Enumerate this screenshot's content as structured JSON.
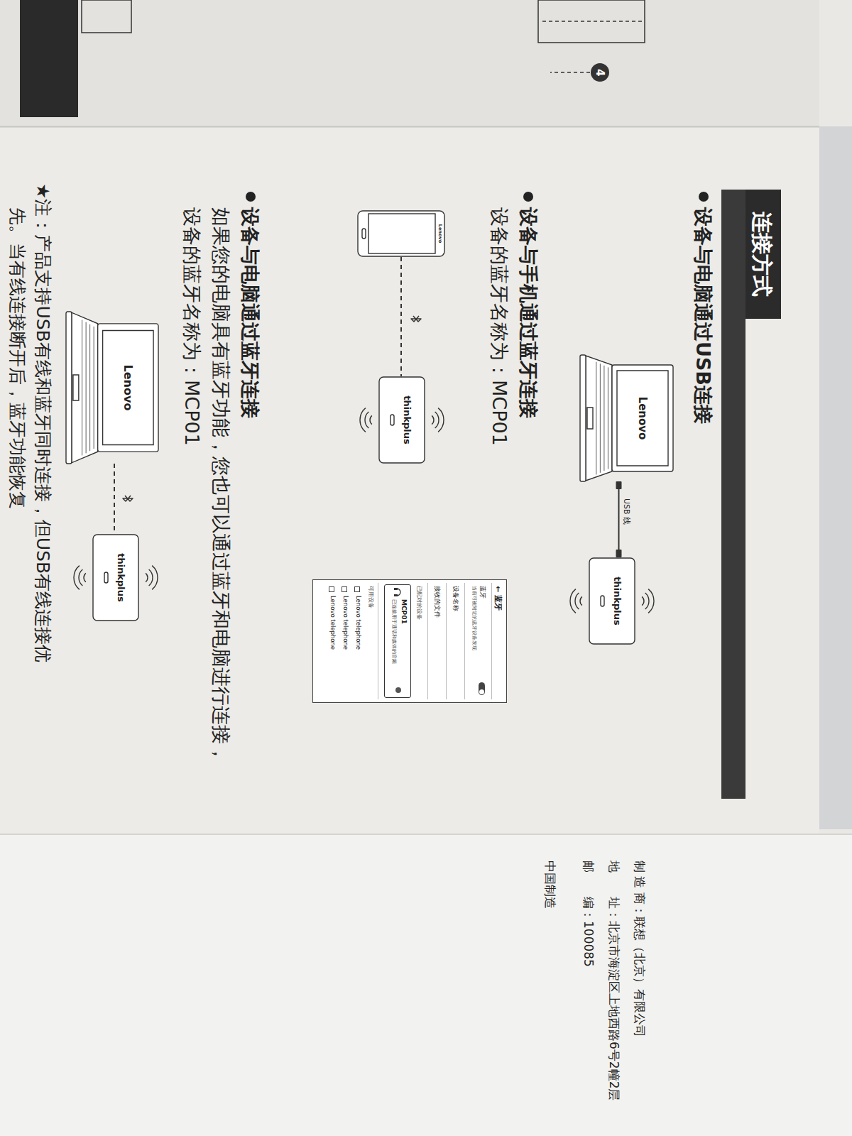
{
  "diagram": {
    "title": "连接方式",
    "nodes": [
      {
        "text": [
          "Lenovo"
        ]
      },
      {
        "text": [
          "thinkplus"
        ]
      },
      {
        "text": [
          "Lenovo"
        ]
      },
      {
        "text": [
          "thinkplus"
        ]
      },
      {
        "text": [
          "← 蓝牙",
          "蓝牙",
          "当前可被附近的蓝牙设备发现",
          "设备名称",
          "接收的文件",
          "已配对的设备",
          "可用设备",
          "Lenovo telephone",
          "Lenovo telephone",
          "Lenovo telephone"
        ]
      },
      {
        "text": [
          "MCP01",
          "已连接用于通话和媒体的音频"
        ],
        "in": 4
      },
      {
        "text": [
          "Lenovo"
        ]
      },
      {
        "text": [
          "thinkplus"
        ]
      }
    ],
    "edges": [
      {
        "from": 0,
        "to": 1,
        "label": "USB 线",
        "arrow": "none"
      },
      {
        "from": 2,
        "to": 3,
        "arrow": "none"
      },
      {
        "from": 6,
        "to": 7,
        "arrow": "none"
      }
    ],
    "labels": [
      "设备与电脑通过USB连接",
      "设备与手机通过蓝牙连接",
      "设备的蓝牙名称为：MCP01",
      "设备与电脑通过蓝牙连接",
      "如果您的电脑具有蓝牙功能，您也可以通过蓝牙和电脑进行连接，",
      "设备的蓝牙名称为：MCP01",
      "★注：产品支持USB有线和蓝牙同时连接，但USB有线连接优",
      "先。当有线连接断开后，蓝牙功能恢复",
      "制 造 商：联想（北京）有限公司",
      "地　　址：北京市海淀区上地西路6号2幢2层",
      "邮　　编：100085",
      "中国制造",
      "4"
    ]
  }
}
